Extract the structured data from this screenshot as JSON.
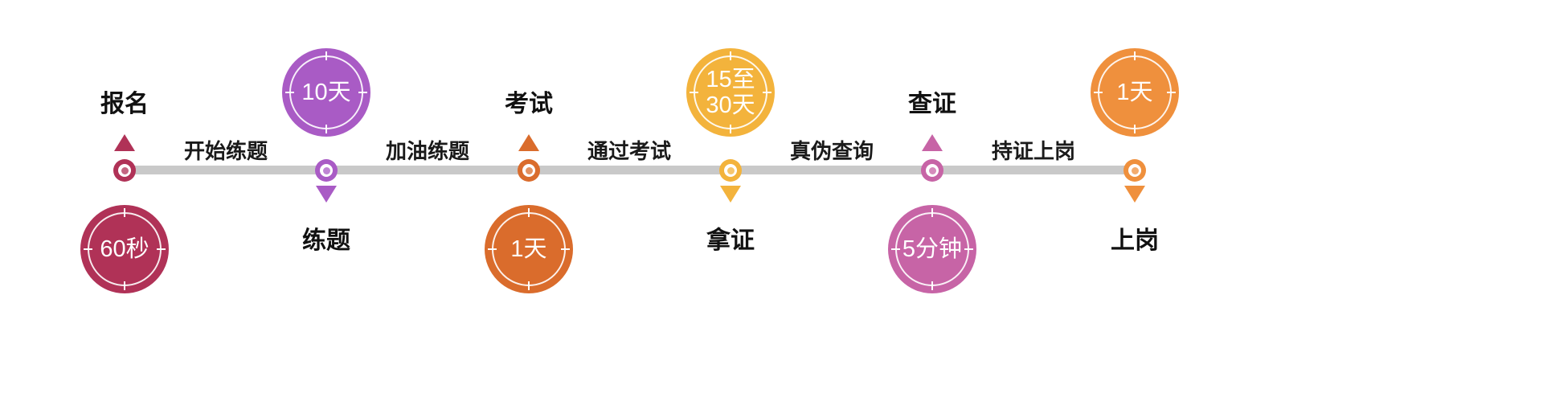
{
  "timeline": {
    "track_color": "#c9c9c9",
    "nodes": [
      {
        "id": "registration",
        "label": "报名",
        "duration": "60秒",
        "color": "#b03257",
        "layout": "label-top"
      },
      {
        "id": "practice",
        "label": "练题",
        "duration": "10天",
        "color": "#a95bc5",
        "layout": "label-bottom"
      },
      {
        "id": "exam",
        "label": "考试",
        "duration": "1天",
        "color": "#da6c2c",
        "layout": "label-top"
      },
      {
        "id": "certificate",
        "label": "拿证",
        "duration": "15至\n30天",
        "color": "#f3b33c",
        "layout": "label-bottom"
      },
      {
        "id": "verification",
        "label": "查证",
        "duration": "5分钟",
        "color": "#c764a6",
        "layout": "label-top"
      },
      {
        "id": "onboarding",
        "label": "上岗",
        "duration": "1天",
        "color": "#ef903d",
        "layout": "label-bottom"
      }
    ],
    "segments": [
      {
        "label": "开始练题"
      },
      {
        "label": "加油练题"
      },
      {
        "label": "通过考试"
      },
      {
        "label": "真伪查询"
      },
      {
        "label": "持证上岗"
      }
    ]
  }
}
